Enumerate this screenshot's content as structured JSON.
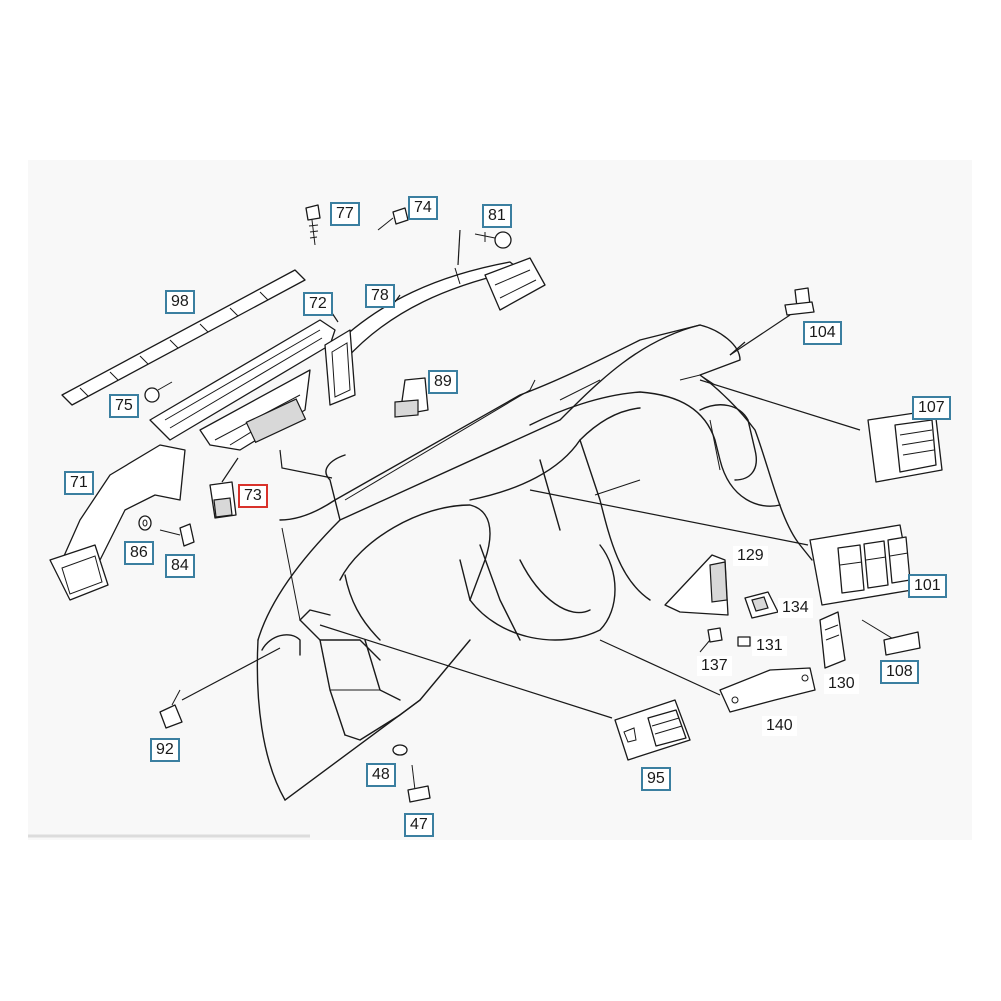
{
  "colors": {
    "callout_border": "#3b7fa0",
    "highlight_border": "#d9322b",
    "line": "#1a1a1a"
  },
  "callouts": [
    {
      "id": "77",
      "label": "77",
      "boxed": true
    },
    {
      "id": "74",
      "label": "74",
      "boxed": true
    },
    {
      "id": "81",
      "label": "81",
      "boxed": true
    },
    {
      "id": "98",
      "label": "98",
      "boxed": true
    },
    {
      "id": "72",
      "label": "72",
      "boxed": true
    },
    {
      "id": "78",
      "label": "78",
      "boxed": true
    },
    {
      "id": "104",
      "label": "104",
      "boxed": true
    },
    {
      "id": "89",
      "label": "89",
      "boxed": true
    },
    {
      "id": "75",
      "label": "75",
      "boxed": true
    },
    {
      "id": "107",
      "label": "107",
      "boxed": true
    },
    {
      "id": "71",
      "label": "71",
      "boxed": true
    },
    {
      "id": "73",
      "label": "73",
      "boxed": true,
      "highlighted": true
    },
    {
      "id": "86",
      "label": "86",
      "boxed": true
    },
    {
      "id": "84",
      "label": "84",
      "boxed": true
    },
    {
      "id": "129",
      "label": "129",
      "boxed": false
    },
    {
      "id": "101",
      "label": "101",
      "boxed": true
    },
    {
      "id": "134",
      "label": "134",
      "boxed": false
    },
    {
      "id": "131",
      "label": "131",
      "boxed": false
    },
    {
      "id": "137",
      "label": "137",
      "boxed": false
    },
    {
      "id": "108",
      "label": "108",
      "boxed": true
    },
    {
      "id": "130",
      "label": "130",
      "boxed": false
    },
    {
      "id": "140",
      "label": "140",
      "boxed": false
    },
    {
      "id": "92",
      "label": "92",
      "boxed": true
    },
    {
      "id": "95",
      "label": "95",
      "boxed": true
    },
    {
      "id": "48",
      "label": "48",
      "boxed": true
    },
    {
      "id": "47",
      "label": "47",
      "boxed": true
    }
  ]
}
